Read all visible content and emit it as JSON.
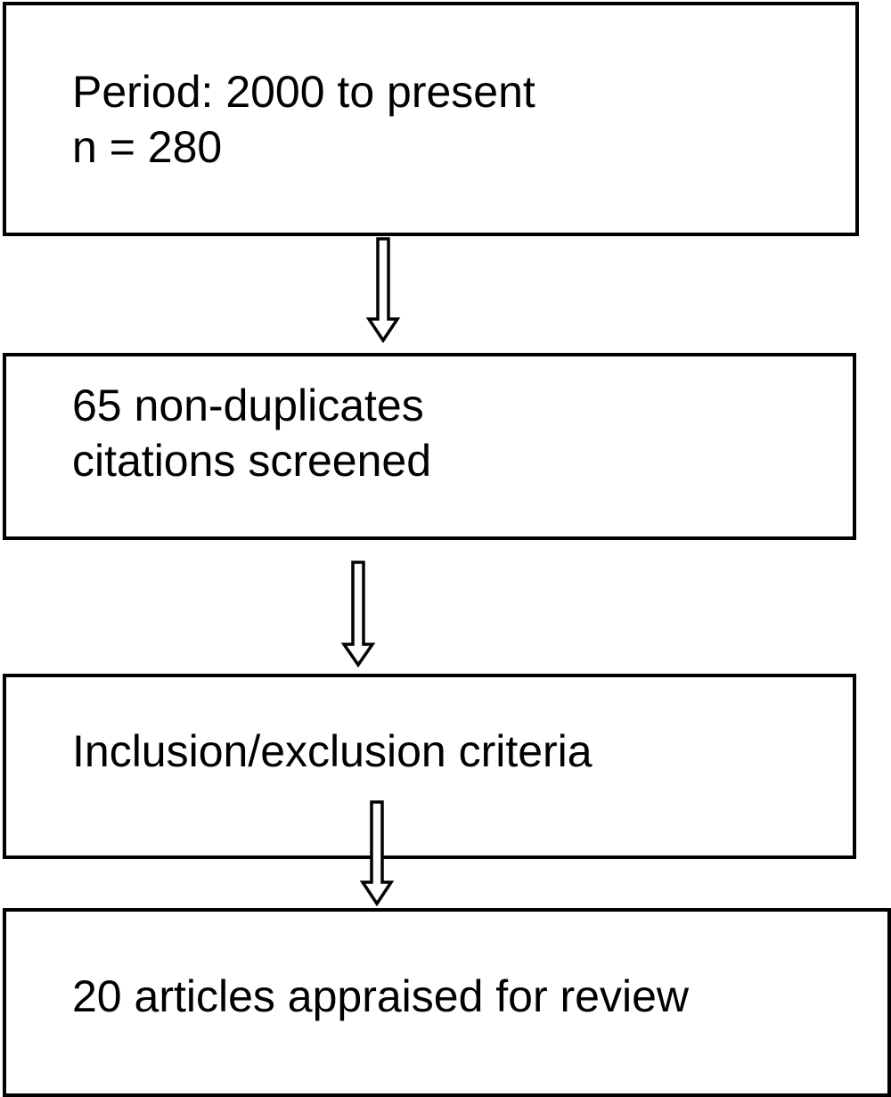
{
  "flowchart": {
    "steps": [
      {
        "lines": [
          "Period: 2000 to present",
          "n = 280"
        ]
      },
      {
        "lines": [
          "65 non-duplicates",
          "citations screened"
        ]
      },
      {
        "lines": [
          "Inclusion/exclusion criteria"
        ]
      },
      {
        "lines": [
          "20 articles appraised for review"
        ]
      }
    ]
  },
  "colors": {
    "stroke": "#000000",
    "background": "#ffffff"
  }
}
